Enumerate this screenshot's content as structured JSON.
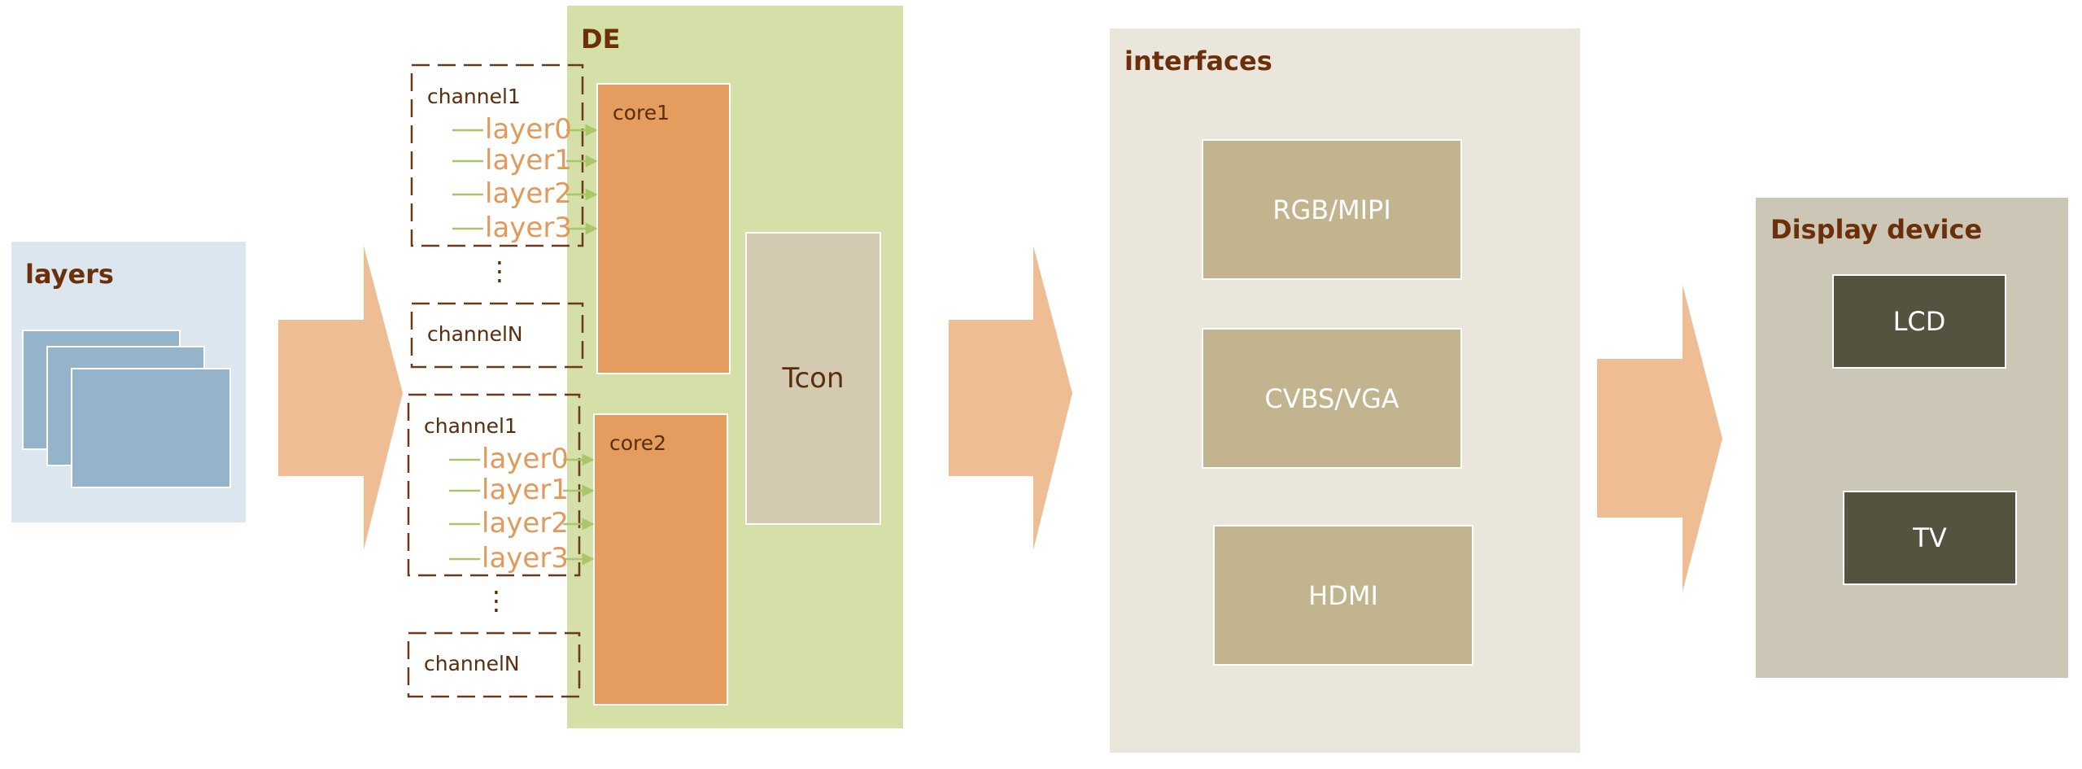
{
  "layers_panel": {
    "title": "layers"
  },
  "de": {
    "title": "DE",
    "core1": {
      "label": "core1"
    },
    "core2": {
      "label": "core2"
    },
    "tcon": {
      "label": "Tcon"
    },
    "group1": {
      "channel1": {
        "label": "channel1",
        "layers": [
          "layer0",
          "layer1",
          "layer2",
          "layer3"
        ]
      },
      "ellipsis": "⋮",
      "channelN": {
        "label": "channelN"
      }
    },
    "group2": {
      "channel1": {
        "label": "channel1",
        "layers": [
          "layer0",
          "layer1",
          "layer2",
          "layer3"
        ]
      },
      "ellipsis": "⋮",
      "channelN": {
        "label": "channelN"
      }
    }
  },
  "interfaces": {
    "title": "interfaces",
    "items": [
      "RGB/MIPI",
      "CVBS/VGA",
      "HDMI"
    ]
  },
  "display": {
    "title": "Display device",
    "items": [
      "LCD",
      "TV"
    ]
  },
  "colors": {
    "layers_bg": "#dce6ef",
    "layer_card": "#95b4cb",
    "arrow": "#efbd93",
    "de_bg": "#d4e0a7",
    "core": "#e59d5f",
    "tcon": "#d4cab2",
    "interfaces_bg": "#ebe6dc",
    "interface_box": "#c1b48f",
    "display_bg": "#ccc6b6",
    "device_box": "#555240",
    "title_text": "#6b2f0a",
    "layer_text": "#e09a5c",
    "layer_arrow": "#a9c76a",
    "dashed": "#6b3a1a"
  }
}
